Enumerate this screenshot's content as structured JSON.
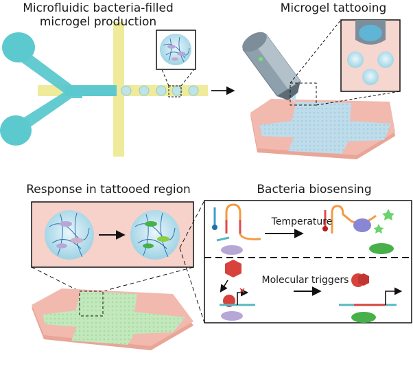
{
  "panels": {
    "production": {
      "title_line1": "Microfluidic bacteria-filled",
      "title_line2": "microgel production"
    },
    "tattooing": {
      "title": "Microgel tattooing"
    },
    "response": {
      "title": "Response in tattooed region"
    },
    "biosensing": {
      "title": "Bacteria biosensing",
      "temperature_label": "Temperature",
      "molecular_label": "Molecular triggers"
    }
  },
  "colors": {
    "channel": "#5cc9cf",
    "carrier_channel": "#efeb9a",
    "skin_pink": "#f2b9ae",
    "tattoo_blue": "#b8dcea",
    "tattoo_green": "#bde6b8",
    "response_box": "#f6d2cb",
    "bacteria_off": "#b7a7d6",
    "bacteria_on": "#48b04a"
  }
}
